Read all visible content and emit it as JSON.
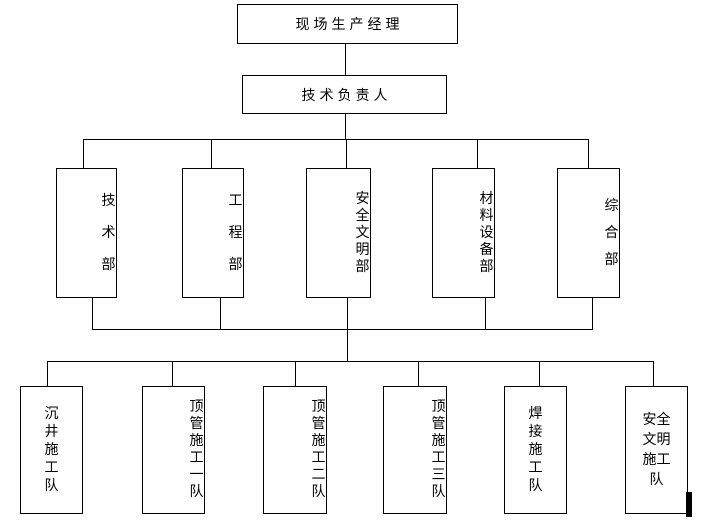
{
  "page": {
    "background_color": "#ffffff",
    "line_color": "#000000",
    "text_color": "#000000"
  },
  "org_chart": {
    "root": {
      "label": "现场生产经理"
    },
    "deputy": {
      "label": "技术负责人"
    },
    "departments": [
      {
        "label": "技术部"
      },
      {
        "label": "工程部"
      },
      {
        "label": "安全文明部"
      },
      {
        "label": "材料设备部"
      },
      {
        "label": "综合部"
      }
    ],
    "teams": [
      {
        "label": "沉井施工队"
      },
      {
        "label": "顶管施工一队"
      },
      {
        "label": "顶管施工二队"
      },
      {
        "label": "顶管施工三队"
      },
      {
        "label": "焊接施工队"
      },
      {
        "label": "安全文明施工队"
      }
    ]
  }
}
